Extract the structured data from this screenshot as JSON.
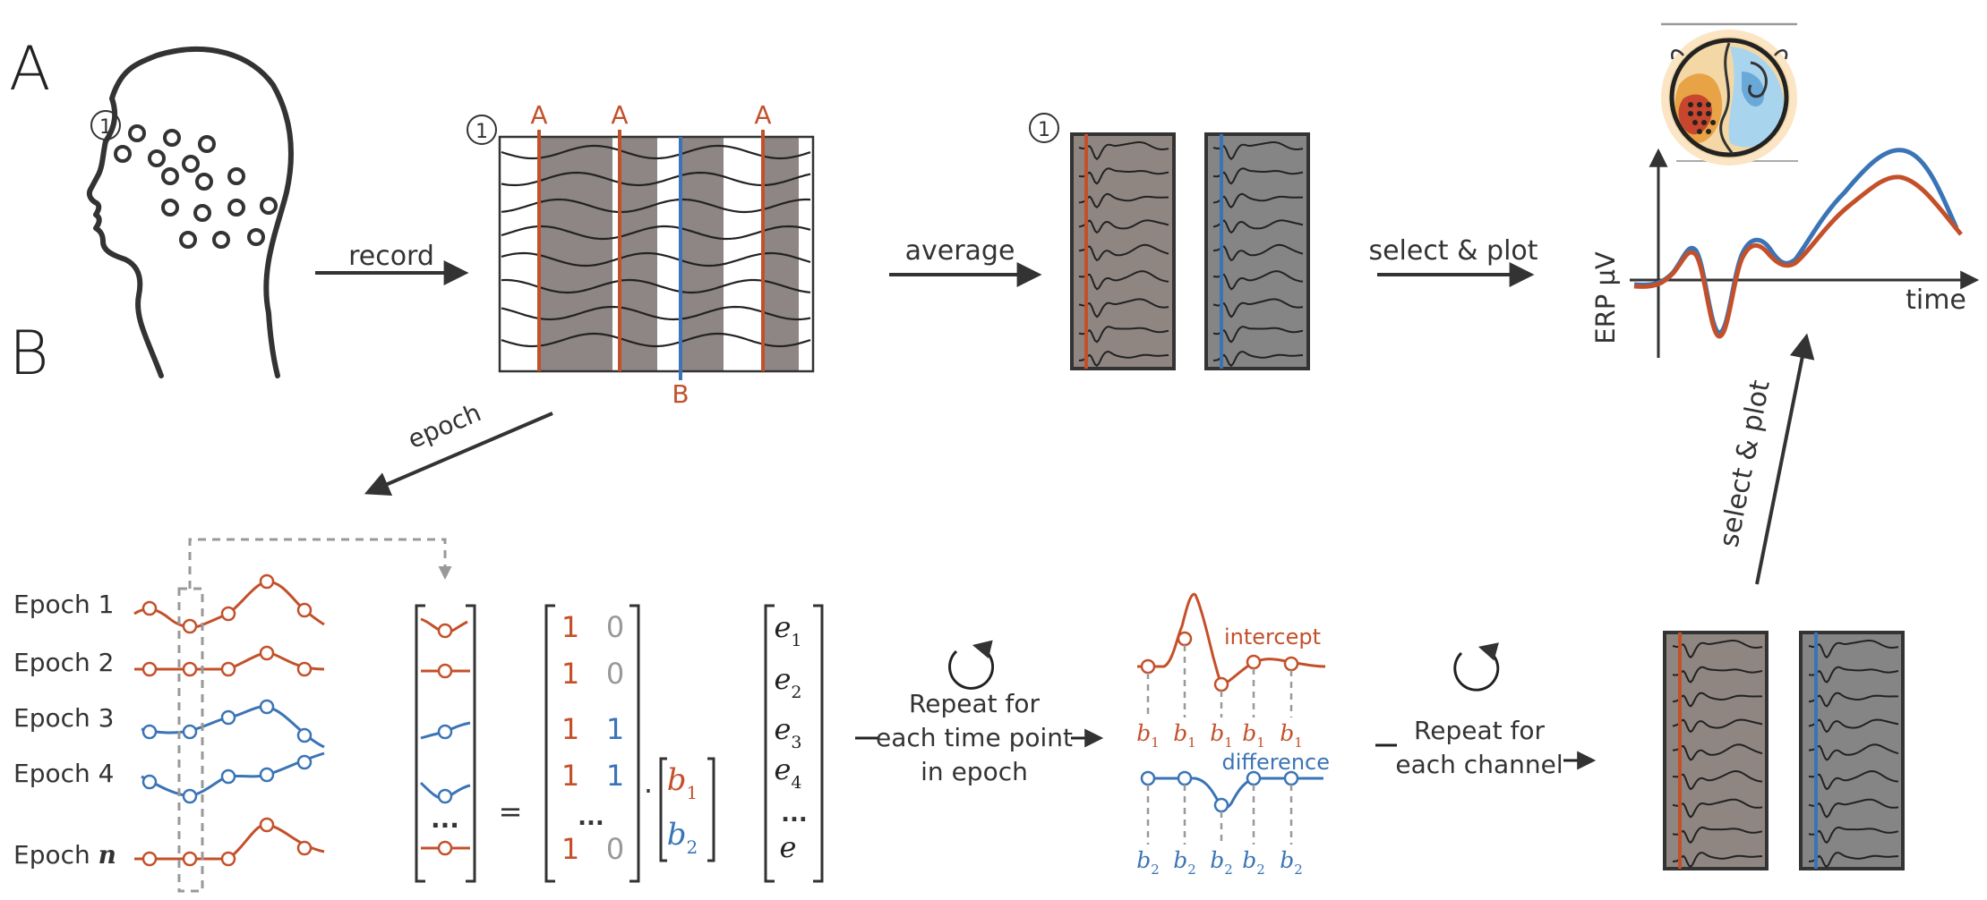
{
  "panels": {
    "a": "A",
    "b": "B"
  },
  "circled_one": "①",
  "arrows": {
    "record": "record",
    "average": "average",
    "select_plot": "select & plot",
    "epoch": "epoch",
    "select_plot_vertical": "select & plot"
  },
  "events": {
    "a": "A",
    "b": "B"
  },
  "plot": {
    "ylabel": "ERP µV",
    "xlabel": "time"
  },
  "epochs": [
    "Epoch 1",
    "Epoch 2",
    "Epoch 3",
    "Epoch 4"
  ],
  "epoch_n": {
    "prefix": "Epoch ",
    "n": "n"
  },
  "matrix": {
    "dots": "...",
    "equals": "=",
    "dot": "·",
    "one": "1",
    "zero": "0",
    "b": "b",
    "e": "e",
    "sub1": "1",
    "sub2": "2",
    "sub3": "3",
    "sub4": "4"
  },
  "repeat1": {
    "line1": "Repeat for",
    "line2": "each time point",
    "line3": "in epoch"
  },
  "repeat2": {
    "line1": "Repeat for",
    "line2": "each channel"
  },
  "beta_labels": {
    "intercept": "intercept",
    "difference": "difference"
  },
  "colors": {
    "red": "#c4502a",
    "blue": "#3a74b6",
    "gray": "#8e8e8e",
    "dark": "#333333",
    "eeg_fill": "#7f7f7f"
  }
}
